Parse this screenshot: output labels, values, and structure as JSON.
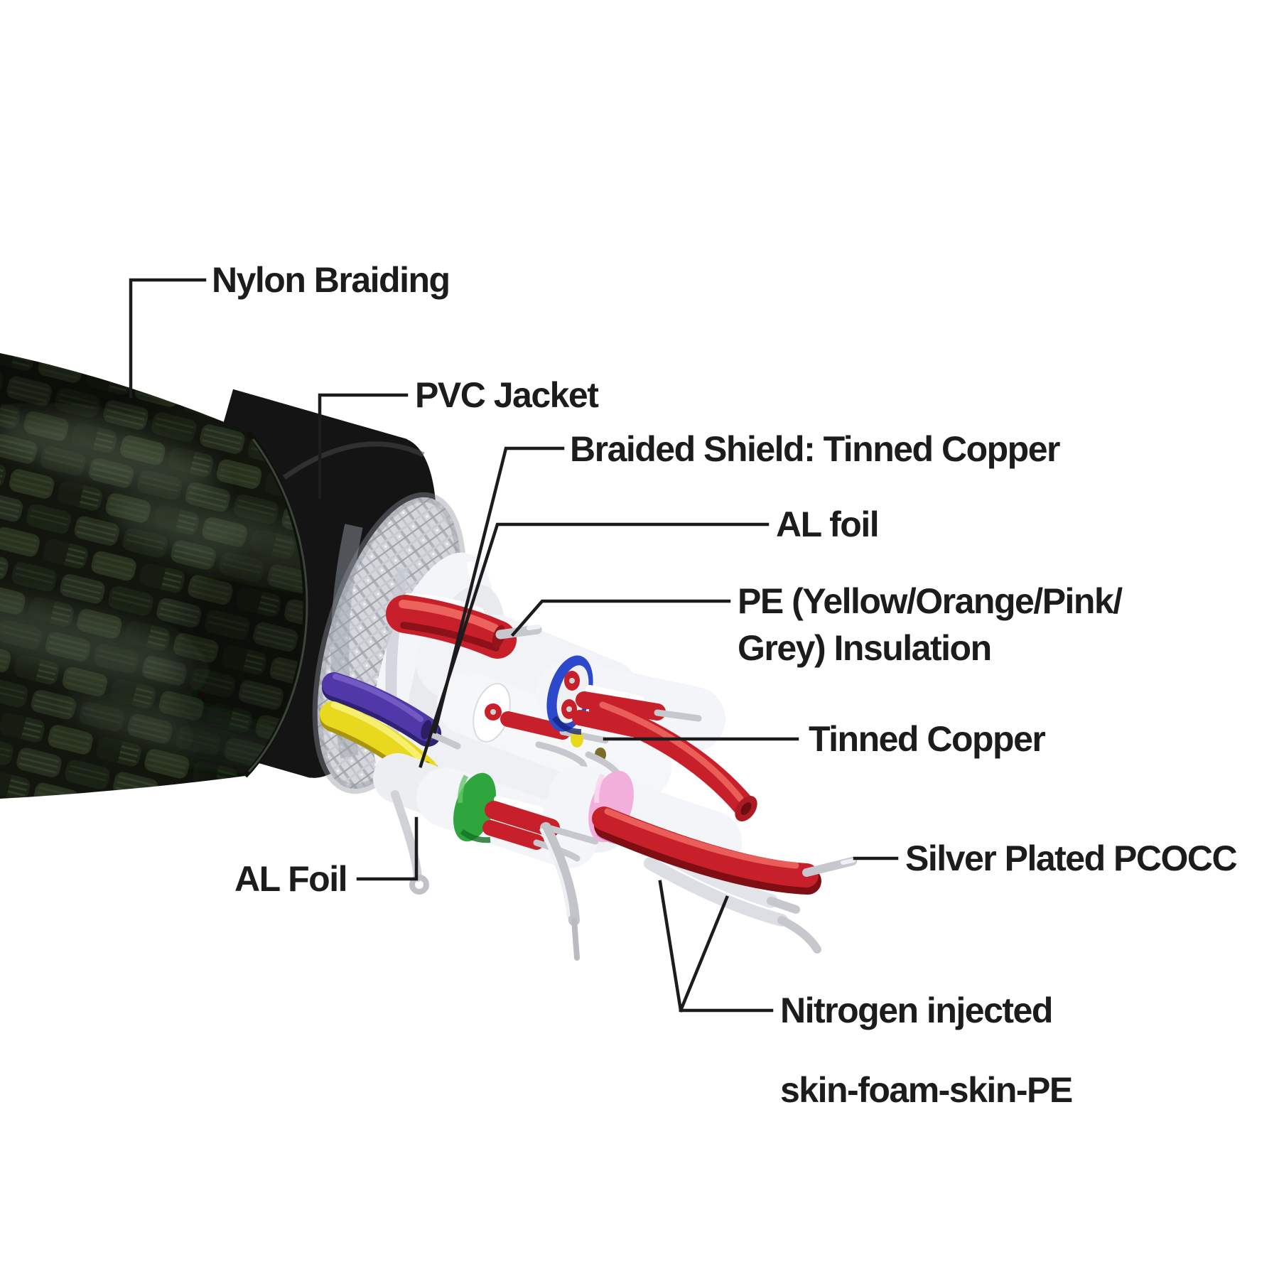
{
  "labels": {
    "nylon_braiding": "Nylon Braiding",
    "pvc_jacket": "PVC Jacket",
    "braided_shield": "Braided Shield: Tinned Copper",
    "al_foil_top": "AL foil",
    "pe_line1": "PE (Yellow/Orange/Pink/",
    "pe_line2": "Grey) Insulation",
    "tinned_copper": "Tinned Copper",
    "silver_plated": "Silver Plated PCOCC",
    "al_foil_bottom": "AL Foil",
    "nitrogen_line1": "Nitrogen injected",
    "nitrogen_line2": "skin-foam-skin-PE"
  },
  "palette": {
    "background": "#ffffff",
    "label_text": "#1c1c1c",
    "leader_line": "#1c1c1c",
    "nylon_braid": "#11150e",
    "pvc_jacket": "#141414",
    "braided_shield_silver": "#d5d7db",
    "al_foil_white": "#f4f5f8",
    "wire_red": "#c8202a",
    "band_blue": "#2c49cb",
    "wire_purple": "#5038a8",
    "wire_yellow": "#e8d91e",
    "band_green": "#2fa53e",
    "band_pink": "#f2afdc",
    "conductor_silver": "#c6c8cd"
  }
}
